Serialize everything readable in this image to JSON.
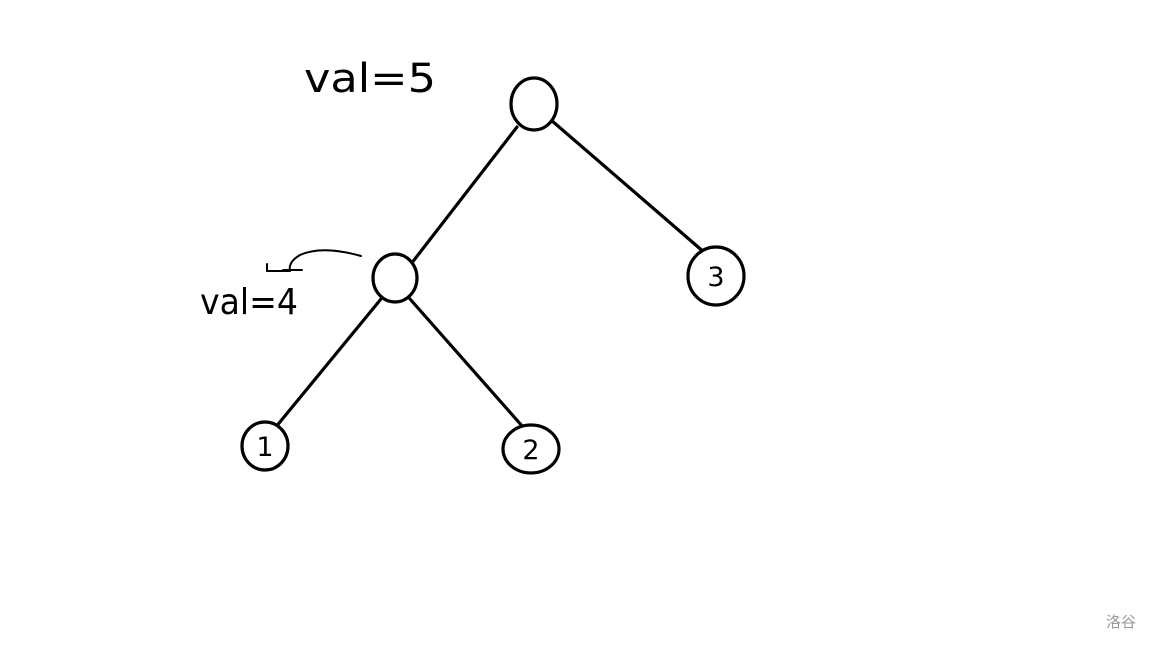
{
  "tree": {
    "nodes": [
      {
        "id": "root",
        "label": ""
      },
      {
        "id": "left-child",
        "label": ""
      },
      {
        "id": "right-child",
        "label": "3"
      },
      {
        "id": "left-left-leaf",
        "label": "1"
      },
      {
        "id": "left-right-leaf",
        "label": "2"
      }
    ],
    "edges": [
      {
        "from": "root",
        "to": "left-child"
      },
      {
        "from": "root",
        "to": "right-child"
      },
      {
        "from": "left-child",
        "to": "left-left-leaf"
      },
      {
        "from": "left-child",
        "to": "left-right-leaf"
      }
    ]
  },
  "annotations": {
    "root_val": "val=5",
    "left_val": "val=4"
  },
  "watermark": "洛谷"
}
